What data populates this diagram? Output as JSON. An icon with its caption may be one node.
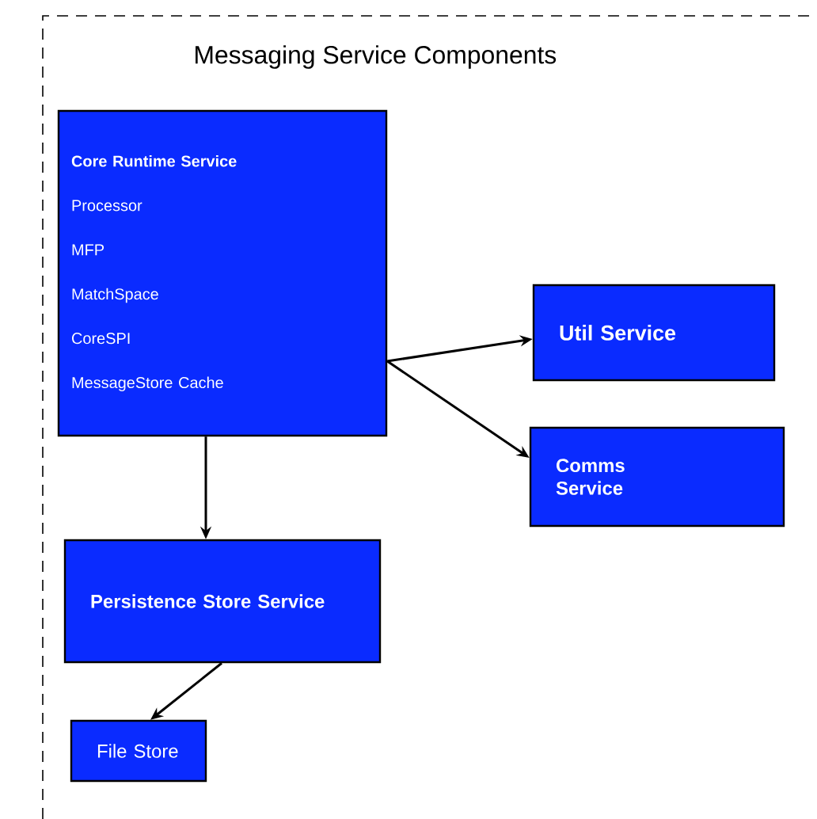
{
  "diagram": {
    "nodes": [
      {
        "text": [
          "Messaging Service Components"
        ]
      },
      {
        "text": [
          "Core Runtime Service",
          "Processor",
          "MFP",
          "MatchSpace",
          "CoreSPI",
          "MessageStore Cache"
        ],
        "in": 0
      },
      {
        "text": [
          "Util Service"
        ],
        "in": 0
      },
      {
        "text": [
          "Comms Service"
        ],
        "in": 0
      },
      {
        "text": [
          "Persistence Store Service"
        ],
        "in": 0
      },
      {
        "text": [
          "File Store"
        ],
        "in": 0
      }
    ],
    "edges": [
      {
        "from": 1,
        "to": 2,
        "arrow": "to"
      },
      {
        "from": 1,
        "to": 3,
        "arrow": "to"
      },
      {
        "from": 1,
        "to": 4,
        "arrow": "to"
      },
      {
        "from": 4,
        "to": 5,
        "arrow": "to"
      }
    ]
  }
}
